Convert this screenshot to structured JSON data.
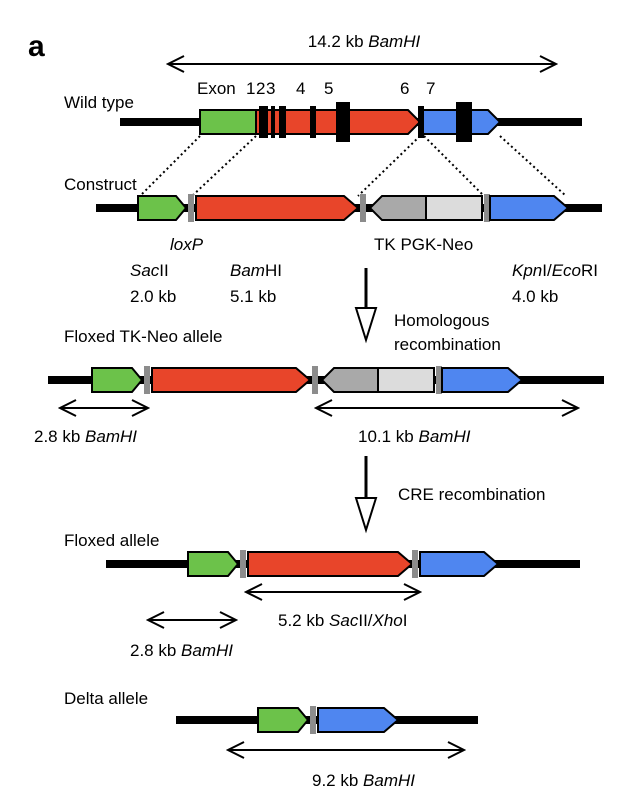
{
  "panel_label": "a",
  "wild_type": {
    "title": "Wild type",
    "span": {
      "size": "14.2 kb ",
      "enzyme": "BamHI"
    },
    "exon_word": "Exon",
    "exons": [
      "1",
      "2",
      "3",
      "4",
      "5",
      "6",
      "7"
    ]
  },
  "construct": {
    "title": "Construct",
    "loxp": "loxP",
    "tk_pgk_neo": "TK PGK-Neo",
    "arms": [
      {
        "enzyme_italic": "Sac",
        "enzyme_plain": "II",
        "size": "2.0 kb"
      },
      {
        "enzyme_italic": "Bam",
        "enzyme_plain": "HI",
        "size": "5.1 kb"
      },
      {
        "enzyme_italic": "Kpn",
        "enzyme_plain": "I/",
        "enzyme_italic2": "Eco",
        "enzyme_plain2": "RI",
        "size": "4.0 kb"
      }
    ]
  },
  "steps": {
    "homologous": [
      "Homologous",
      "recombination"
    ],
    "cre": "CRE recombination"
  },
  "floxed_tk_neo": {
    "title": "Floxed TK-Neo allele",
    "left": {
      "size": "2.8 kb ",
      "enzyme": "BamHI"
    },
    "right": {
      "size": "10.1 kb ",
      "enzyme": "BamHI"
    }
  },
  "floxed": {
    "title": "Floxed allele",
    "left": {
      "size": "2.8 kb ",
      "enzyme": "BamHI"
    },
    "right": {
      "size": "5.2 kb ",
      "enzyme_a": "Sac",
      "enzyme_b": "II/",
      "enzyme_c": "Xho",
      "enzyme_d": "I"
    }
  },
  "delta": {
    "title": "Delta allele",
    "span": {
      "size": "9.2 kb ",
      "enzyme": "BamHI"
    }
  },
  "colors": {
    "green_arm": "#6cc24a",
    "red_arm": "#e8452a",
    "blue_arm": "#4f86f0",
    "tk": "#a9a9a9",
    "neo": "#dcdcdc",
    "loxp": "#8c8c8c",
    "dna": "#000000"
  }
}
